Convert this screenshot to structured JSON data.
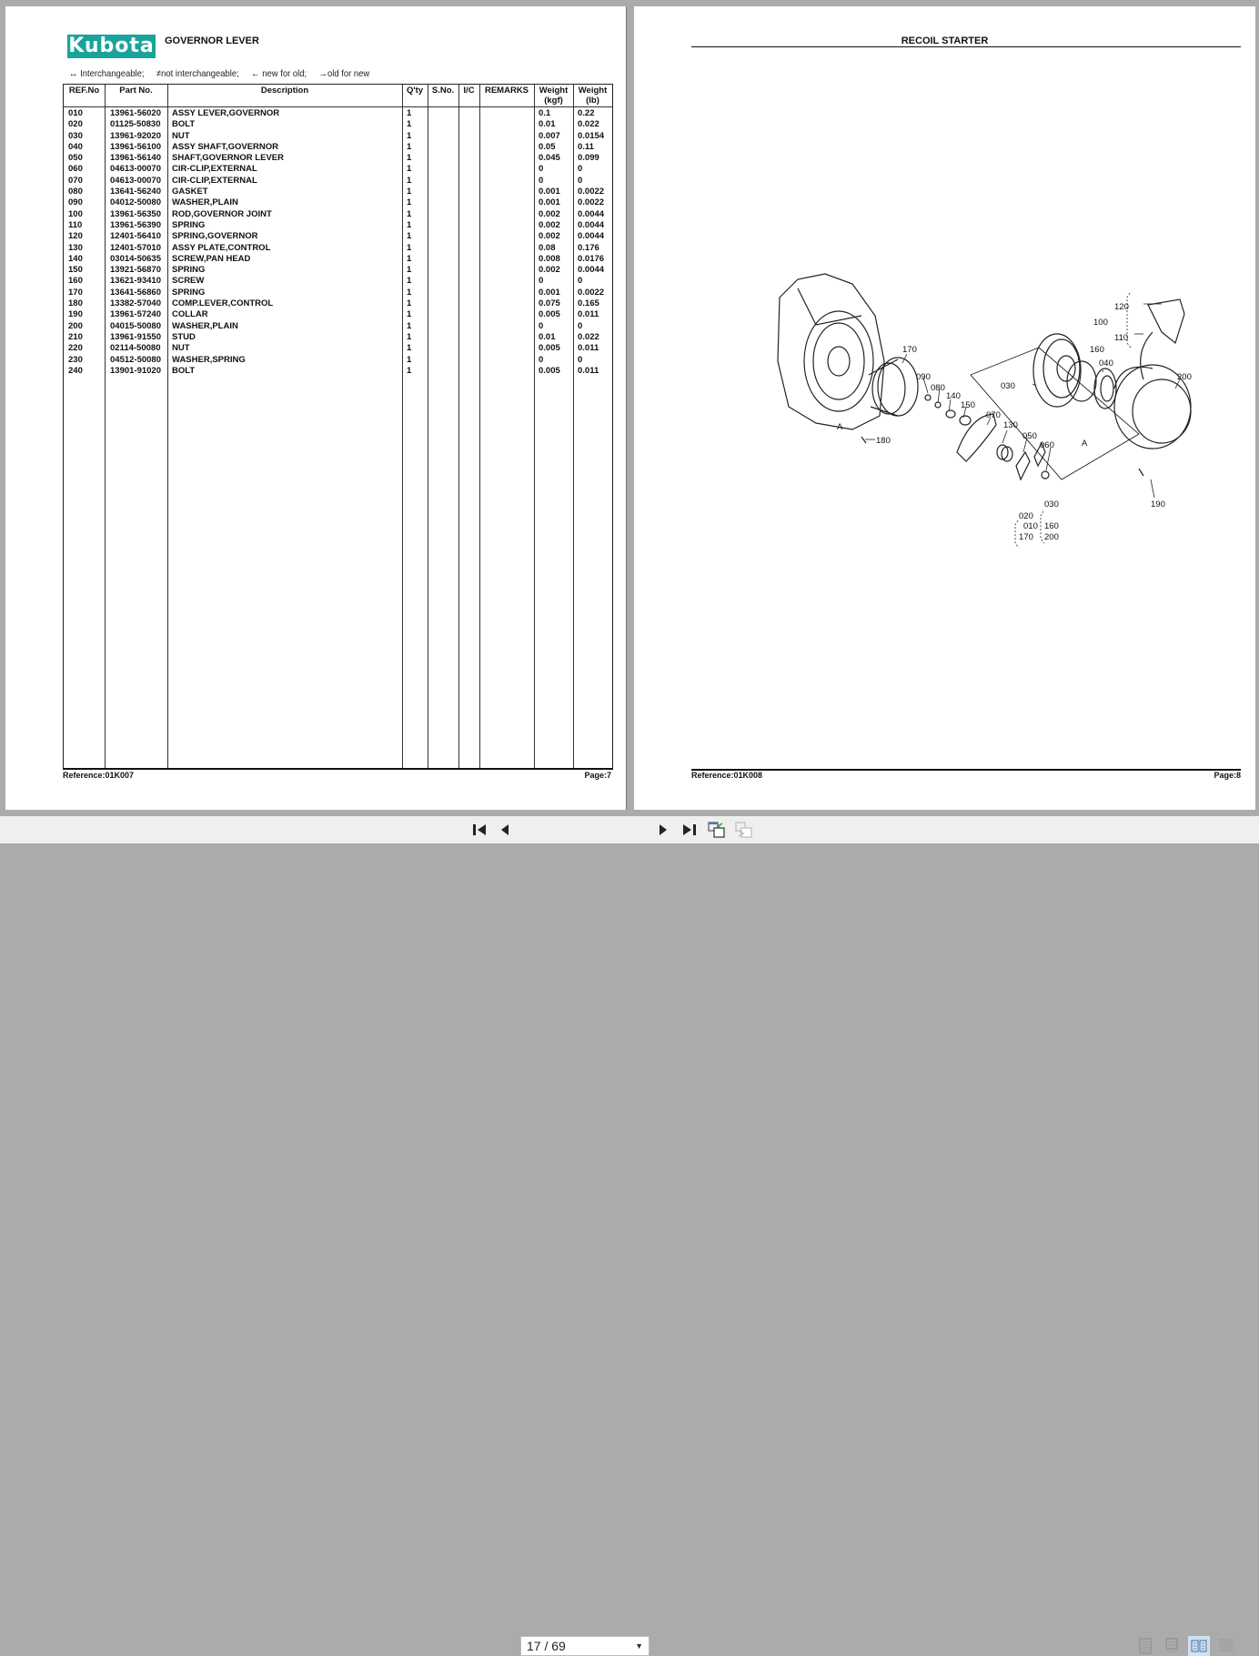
{
  "left_page": {
    "logo": "Kubota",
    "title": "GOVERNOR LEVER",
    "legend": [
      "↔ Interchangeable;",
      "≠not interchangeable;",
      "← new for old;",
      "→old for new"
    ],
    "columns": [
      "REF.No",
      "Part No.",
      "Description",
      "Q'ty",
      "S.No.",
      "I/C",
      "REMARKS",
      "Weight (kgf)",
      "Weight (lb)"
    ],
    "column_lines": {
      "weight_kgf": [
        "Weight",
        "(kgf)"
      ],
      "weight_lb": [
        "Weight",
        "(lb)"
      ]
    },
    "rows": [
      {
        "ref": "010",
        "part": "13961-56020",
        "desc": "ASSY LEVER,GOVERNOR",
        "qty": "1",
        "kgf": "0.1",
        "lb": "0.22"
      },
      {
        "ref": "020",
        "part": "01125-50830",
        "desc": "BOLT",
        "qty": "1",
        "kgf": "0.01",
        "lb": "0.022"
      },
      {
        "ref": "030",
        "part": "13961-92020",
        "desc": "NUT",
        "qty": "1",
        "kgf": "0.007",
        "lb": "0.0154"
      },
      {
        "ref": "040",
        "part": "13961-56100",
        "desc": "ASSY SHAFT,GOVERNOR",
        "qty": "1",
        "kgf": "0.05",
        "lb": "0.11"
      },
      {
        "ref": "050",
        "part": "13961-56140",
        "desc": "SHAFT,GOVERNOR LEVER",
        "qty": "1",
        "kgf": "0.045",
        "lb": "0.099"
      },
      {
        "ref": "060",
        "part": "04613-00070",
        "desc": "CIR-CLIP,EXTERNAL",
        "qty": "1",
        "kgf": "0",
        "lb": "0"
      },
      {
        "ref": "070",
        "part": "04613-00070",
        "desc": "CIR-CLIP,EXTERNAL",
        "qty": "1",
        "kgf": "0",
        "lb": "0"
      },
      {
        "ref": "080",
        "part": "13641-56240",
        "desc": "GASKET",
        "qty": "1",
        "kgf": "0.001",
        "lb": "0.0022"
      },
      {
        "ref": "090",
        "part": "04012-50080",
        "desc": "WASHER,PLAIN",
        "qty": "1",
        "kgf": "0.001",
        "lb": "0.0022"
      },
      {
        "ref": "100",
        "part": "13961-56350",
        "desc": "ROD,GOVERNOR JOINT",
        "qty": "1",
        "kgf": "0.002",
        "lb": "0.0044"
      },
      {
        "ref": "110",
        "part": "13961-56390",
        "desc": "SPRING",
        "qty": "1",
        "kgf": "0.002",
        "lb": "0.0044"
      },
      {
        "ref": "120",
        "part": "12401-56410",
        "desc": "SPRING,GOVERNOR",
        "qty": "1",
        "kgf": "0.002",
        "lb": "0.0044"
      },
      {
        "ref": "130",
        "part": "12401-57010",
        "desc": "ASSY PLATE,CONTROL",
        "qty": "1",
        "kgf": "0.08",
        "lb": "0.176"
      },
      {
        "ref": "140",
        "part": "03014-50635",
        "desc": "SCREW,PAN HEAD",
        "qty": "1",
        "kgf": "0.008",
        "lb": "0.0176"
      },
      {
        "ref": "150",
        "part": "13921-56870",
        "desc": "SPRING",
        "qty": "1",
        "kgf": "0.002",
        "lb": "0.0044"
      },
      {
        "ref": "160",
        "part": "13621-93410",
        "desc": "SCREW",
        "qty": "1",
        "kgf": "0",
        "lb": "0"
      },
      {
        "ref": "170",
        "part": "13641-56860",
        "desc": "SPRING",
        "qty": "1",
        "kgf": "0.001",
        "lb": "0.0022"
      },
      {
        "ref": "180",
        "part": "13382-57040",
        "desc": "COMP.LEVER,CONTROL",
        "qty": "1",
        "kgf": "0.075",
        "lb": "0.165"
      },
      {
        "ref": "190",
        "part": "13961-57240",
        "desc": "COLLAR",
        "qty": "1",
        "kgf": "0.005",
        "lb": "0.011"
      },
      {
        "ref": "200",
        "part": "04015-50080",
        "desc": "WASHER,PLAIN",
        "qty": "1",
        "kgf": "0",
        "lb": "0"
      },
      {
        "ref": "210",
        "part": "13961-91550",
        "desc": "STUD",
        "qty": "1",
        "kgf": "0.01",
        "lb": "0.022"
      },
      {
        "ref": "220",
        "part": "02114-50080",
        "desc": "NUT",
        "qty": "1",
        "kgf": "0.005",
        "lb": "0.011"
      },
      {
        "ref": "230",
        "part": "04512-50080",
        "desc": "WASHER,SPRING",
        "qty": "1",
        "kgf": "0",
        "lb": "0"
      },
      {
        "ref": "240",
        "part": "13901-91020",
        "desc": "BOLT",
        "qty": "1",
        "kgf": "0.005",
        "lb": "0.011"
      }
    ],
    "reference": "Reference:01K007",
    "page": "Page:7"
  },
  "right_page": {
    "title": "RECOIL STARTER",
    "diagram_labels": [
      "170",
      "090",
      "080",
      "140",
      "150",
      "070",
      "130",
      "050",
      "060",
      "180",
      "030",
      "160",
      "040",
      "120",
      "100",
      "110",
      "200",
      "190",
      "A",
      "A"
    ],
    "group_labels": {
      "outer": "010",
      "inner": "020",
      "inner_range_end": "170",
      "range_start": "030",
      "range_mid": "160",
      "range_end": "200"
    },
    "reference": "Reference:01K008",
    "page": "Page:8"
  },
  "toolbar": {
    "page_indicator": "17 / 69",
    "buttons": [
      "first-page",
      "previous-page",
      "next-page",
      "last-page",
      "previous-view",
      "next-view"
    ],
    "view_modes": [
      "single-page",
      "single-page-continuous",
      "two-page",
      "two-page-continuous"
    ],
    "active_view_mode": "two-page"
  }
}
